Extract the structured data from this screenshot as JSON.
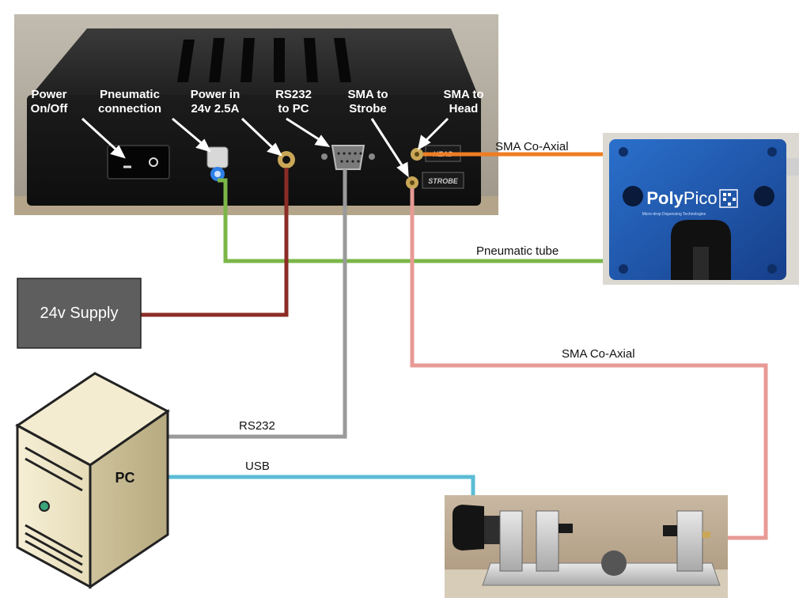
{
  "controller": {
    "labels": {
      "power": [
        "Power",
        "On/Off"
      ],
      "pneumatic": [
        "Pneumatic",
        "connection"
      ],
      "power_in": [
        "Power in",
        "24v 2.5A"
      ],
      "rs232": [
        "RS232",
        "to PC"
      ],
      "sma_strobe": [
        "SMA to",
        "Strobe"
      ],
      "sma_head": [
        "SMA to",
        "Head"
      ]
    },
    "port_labels": {
      "head": "HEAD",
      "strobe": "STROBE"
    }
  },
  "head": {
    "brand": "PolyPico",
    "brand_bold": "Poly",
    "brand_light": "Pico",
    "tagline": "Micro-drop Dispensing Technologies"
  },
  "supply": {
    "label": "24v Supply"
  },
  "pc": {
    "label": "PC"
  },
  "cables": {
    "sma_head": "SMA Co-Axial",
    "pneumatic": "Pneumatic tube",
    "sma_strobe": "SMA Co-Axial",
    "rs232": "RS232",
    "usb": "USB"
  },
  "colors": {
    "sma_head_cable": "#ef7d22",
    "pneumatic_cable": "#7ab648",
    "power_cable": "#8b2c26",
    "rs232_cable": "#9a9a9a",
    "strobe_cable": "#e89a94",
    "usb_cable": "#5bbcd6",
    "head_body": "#1f5fb8",
    "supply_box": "#5e5e5e"
  }
}
